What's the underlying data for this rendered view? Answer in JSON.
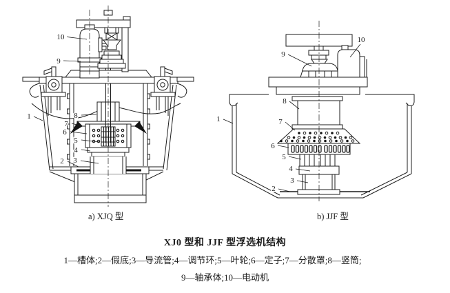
{
  "figure": {
    "title": "XJ0 型和 JJF 型浮选机结构",
    "captions": {
      "a": "a) XJQ 型",
      "b": "b) JJF 型"
    },
    "legend": {
      "line1": "1—槽体;2—假底;3—导流管;4—调节环;5—叶轮;6—定子;7—分散罩;8—竖筒;",
      "line2": "9—轴承体;10—电动机"
    },
    "parts": [
      {
        "num": "1",
        "name": "槽体"
      },
      {
        "num": "2",
        "name": "假底"
      },
      {
        "num": "3",
        "name": "导流管"
      },
      {
        "num": "4",
        "name": "调节环"
      },
      {
        "num": "5",
        "name": "叶轮"
      },
      {
        "num": "6",
        "name": "定子"
      },
      {
        "num": "7",
        "name": "分散罩"
      },
      {
        "num": "8",
        "name": "竖筒"
      },
      {
        "num": "9",
        "name": "轴承体"
      },
      {
        "num": "10",
        "name": "电动机"
      }
    ],
    "labels": {
      "n1": "1",
      "n2": "2",
      "n3": "3",
      "n4": "4",
      "n5": "5",
      "n6": "6",
      "n7": "7",
      "n8": "8",
      "n9": "9",
      "n10": "10"
    },
    "colors": {
      "ink": "#1c1c1c",
      "background": "#ffffff"
    }
  }
}
